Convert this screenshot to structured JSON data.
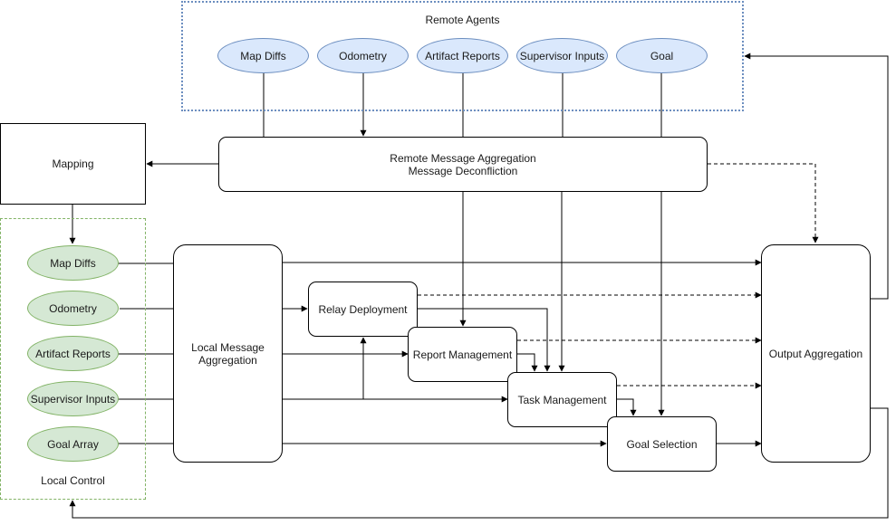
{
  "remote_agents": {
    "title": "Remote Agents",
    "items": [
      "Map Diffs",
      "Odometry",
      "Artifact Reports",
      "Supervisor Inputs",
      "Goal"
    ]
  },
  "mapping": "Mapping",
  "remote_aggregation": {
    "line1": "Remote Message Aggregation",
    "line2": "Message Deconfliction"
  },
  "local_control": {
    "title": "Local Control",
    "items": [
      "Map Diffs",
      "Odometry",
      "Artifact Reports",
      "Supervisor Inputs",
      "Goal Array"
    ]
  },
  "local_aggregation": {
    "line1": "Local Message",
    "line2": "Aggregation"
  },
  "relay_deployment": "Relay Deployment",
  "report_management": "Report Management",
  "task_management": "Task Management",
  "goal_selection": "Goal Selection",
  "output_aggregation": "Output Aggregation",
  "colors": {
    "remote_fill": "#dae8fc",
    "remote_stroke": "#6c8ebf",
    "local_fill": "#d5e8d4",
    "local_stroke": "#82b366"
  }
}
